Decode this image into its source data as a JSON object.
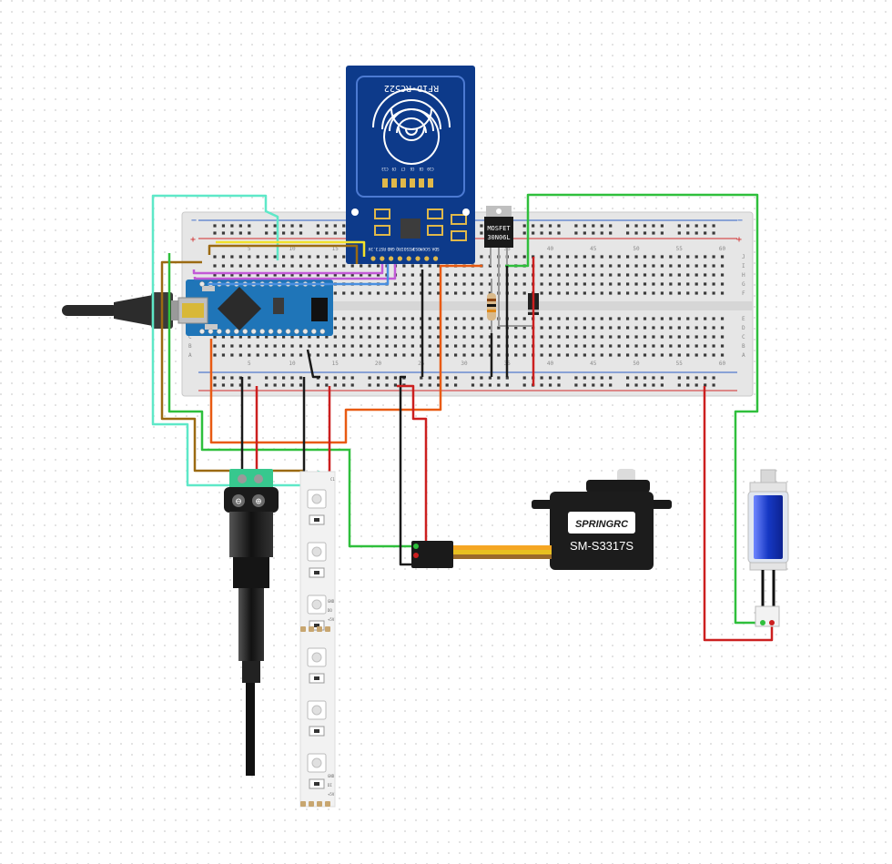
{
  "rfid": {
    "label": "RFID-RC522",
    "pin_labels": [
      "3.3V",
      "RST",
      "GND",
      "IRQ",
      "MISO",
      "MOSI",
      "SCK",
      "SDA"
    ],
    "cap_labels": [
      "C13",
      "C9",
      "C7",
      "C6",
      "C8",
      "C10"
    ]
  },
  "mosfet": {
    "line1": "MOSFET",
    "line2": "30N06L"
  },
  "servo": {
    "brand": "SPRINGRC",
    "model": "SM-S3317S"
  },
  "power_jack": {
    "minus": "⊖",
    "plus": "⊕"
  },
  "breadboard": {
    "column_numbers": [
      "5",
      "10",
      "15",
      "20",
      "25",
      "30",
      "35",
      "40",
      "45",
      "50",
      "55",
      "60"
    ],
    "row_letters_top": [
      "J",
      "I",
      "H",
      "G",
      "F"
    ],
    "row_letters_bottom": [
      "E",
      "D",
      "C",
      "B",
      "A"
    ],
    "rail_minus": "−",
    "rail_plus": "+"
  },
  "led_strip": {
    "pad_labels_top": [
      "+5V",
      "DO",
      "GND"
    ],
    "pad_labels_bottom": [
      "+5V",
      "DI",
      "GND"
    ],
    "chip_top": "C1"
  },
  "colors": {
    "breadboard": "#e8e8e8",
    "rail_red": "#d12b2b",
    "rail_blue": "#2c5fc7",
    "wire_green": "#2fbf3c",
    "wire_red": "#cc1f1f",
    "wire_black": "#1a1a1a",
    "wire_orange": "#e85a12",
    "wire_yellow": "#f2e12a",
    "wire_cyan": "#5ee8c8",
    "wire_brown": "#9b6a12",
    "wire_purple": "#c25ad6",
    "wire_blue": "#4a8fe0",
    "wire_gray": "#9a9a9a",
    "rfid_blue": "#0d3a8a",
    "arduino_blue": "#1f75b8",
    "solenoid_blue": "#1638c4"
  }
}
